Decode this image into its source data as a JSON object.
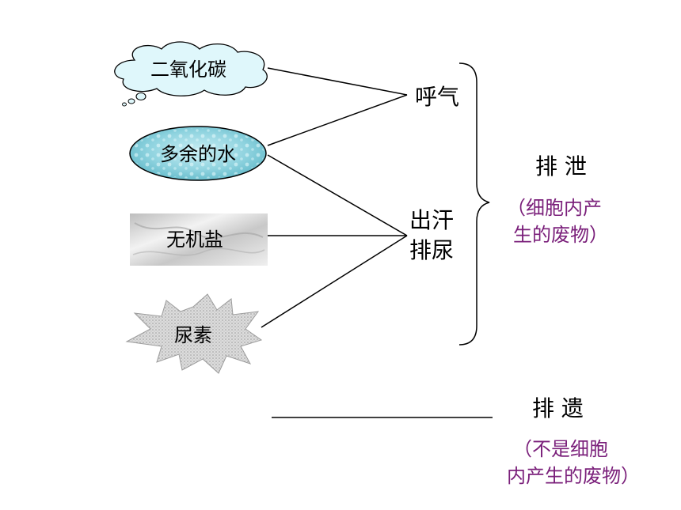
{
  "sources": {
    "co2": "二氧化碳",
    "water": "多余的水",
    "salt": "无机盐",
    "urea": "尿素"
  },
  "routes": {
    "breath": "呼气",
    "sweat": "出汗",
    "urine": "排尿"
  },
  "excretion": {
    "label": "排 泄",
    "note_line1": "（细胞内产",
    "note_line2": "生的废物）"
  },
  "egestion": {
    "label": "排 遗",
    "note_line1": "（不是细胞",
    "note_line2": "内产生的废物）"
  },
  "colors": {
    "cloud_fill": "#dff7fb",
    "water_fill": "#8fd3df",
    "salt_fill": "#d9d9d9",
    "urea_fill": "#d8d8d8",
    "note_purple": "#7a1f7a"
  }
}
